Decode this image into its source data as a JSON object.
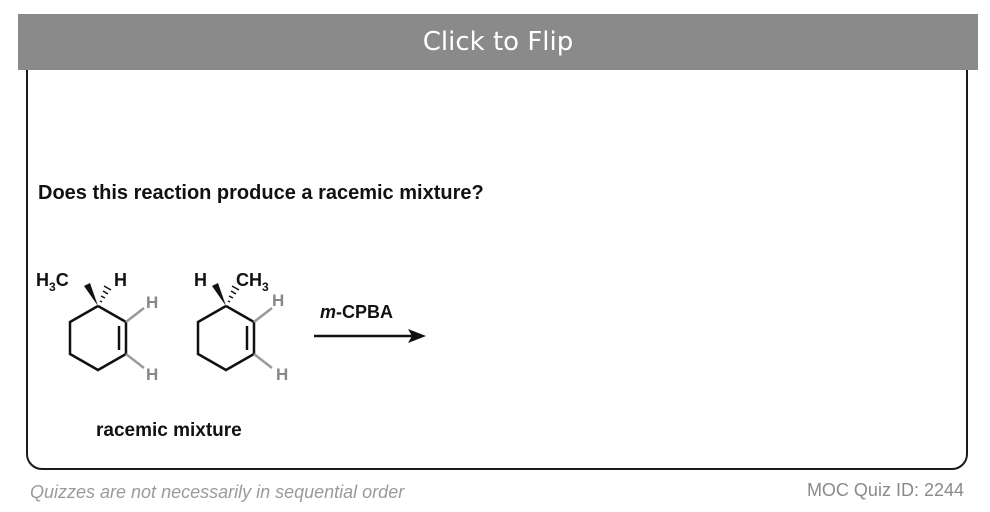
{
  "flip": {
    "label": "Click to Flip"
  },
  "question": {
    "text": "Does this reaction produce a racemic mixture?"
  },
  "scheme": {
    "left_h3c_main": "H",
    "left_h3c_sub": "3",
    "left_h3c_tail": "C",
    "left_top_h": "H",
    "left_right_h": "H",
    "left_bottom_h": "H",
    "right_top_h": "H",
    "right_ch3_main": "CH",
    "right_ch3_sub": "3",
    "right_right_h": "H",
    "right_bottom_h": "H",
    "reagent_italic": "m",
    "reagent_rest": "-CPBA",
    "caption": "racemic mixture"
  },
  "footer": {
    "note": "Quizzes are not necessarily in sequential order",
    "quiz_id": "MOC Quiz ID: 2244"
  }
}
